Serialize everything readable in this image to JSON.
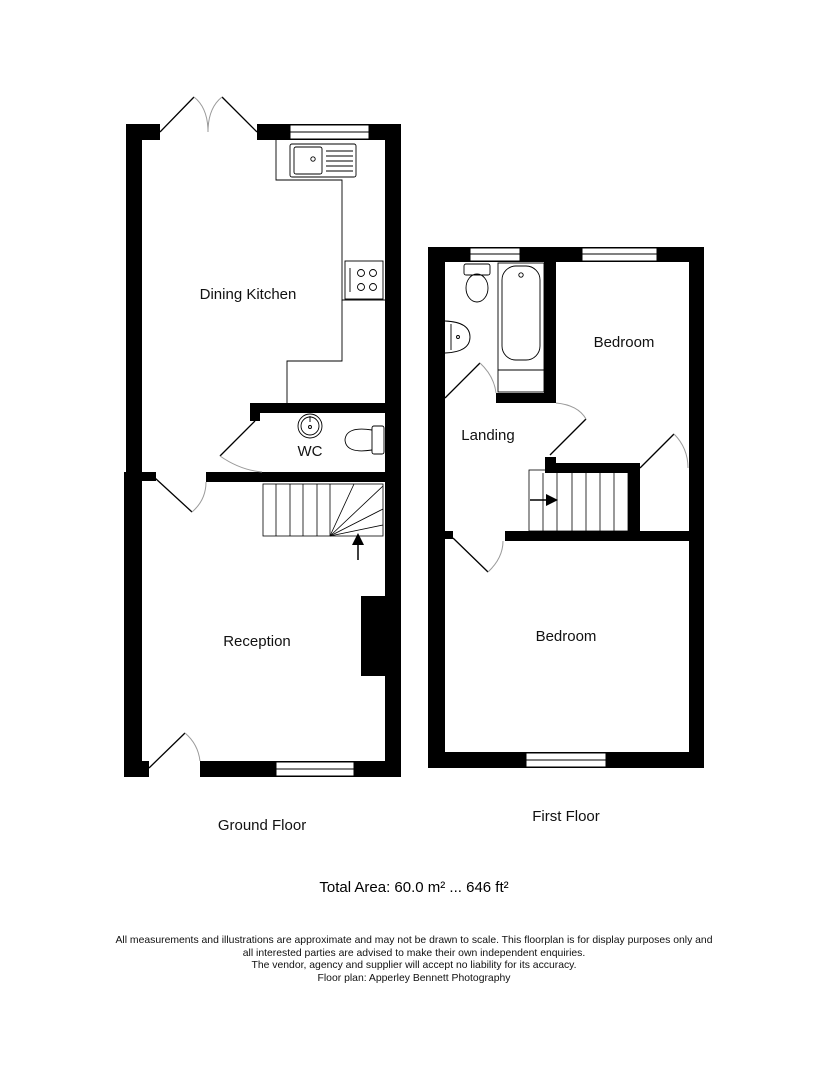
{
  "floorplan": {
    "floors": [
      {
        "name": "Ground Floor",
        "rooms": [
          {
            "name": "Dining Kitchen"
          },
          {
            "name": "WC"
          },
          {
            "name": "Reception"
          }
        ]
      },
      {
        "name": "First Floor",
        "rooms": [
          {
            "name": "Bedroom"
          },
          {
            "name": "Landing"
          },
          {
            "name": "Bedroom"
          }
        ]
      }
    ],
    "total_area": "Total Area: 60.0 m² ... 646 ft²",
    "disclaimer": [
      "All measurements and illustrations are approximate and may not be drawn to scale. This floorplan is for display purposes only and",
      "all interested parties are advised to make their own independent enquiries.",
      "The vendor, agency and supplier will accept no liability for its accuracy.",
      "Floor plan: Apperley Bennett Photography"
    ],
    "colors": {
      "wall": "#000000",
      "background": "#ffffff",
      "door_arc": "#9a9a9a"
    }
  }
}
